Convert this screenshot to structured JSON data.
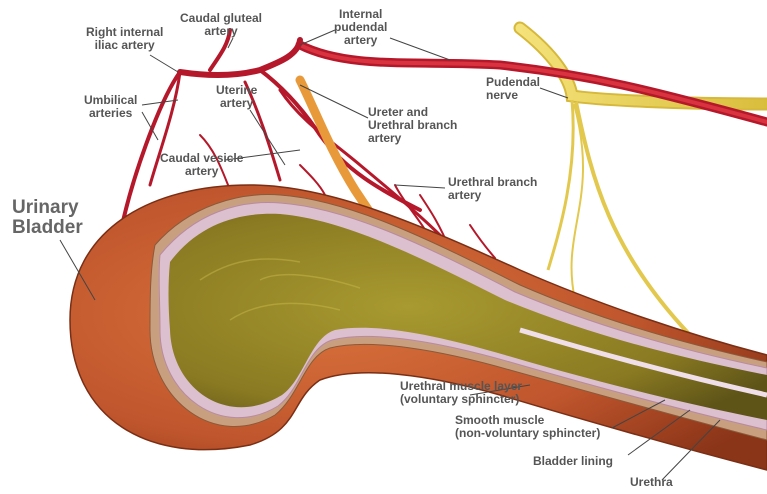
{
  "title": "Urinary Bladder",
  "colors": {
    "label_text": "#555555",
    "leader_line": "#444444",
    "artery": "#b5182a",
    "nerve": "#e8d060",
    "ureter": "#e89a3a",
    "muscle_outer": "#c0562d",
    "lining": "#d8b8c8",
    "lumen": "#9a8a28"
  },
  "labels": {
    "right_internal_iliac_artery": [
      "Right internal",
      "iliac artery"
    ],
    "caudal_gluteal_artery": [
      "Caudal gluteal",
      "artery"
    ],
    "internal_pudendal_artery": [
      "Internal",
      "pudendal",
      "artery"
    ],
    "pudendal_nerve": [
      "Pudendal",
      "nerve"
    ],
    "umbilical_arteries": [
      "Umbilical",
      "arteries"
    ],
    "uterine_artery": [
      "Uterine",
      "artery"
    ],
    "ureter_and_urethral_branch_artery": [
      "Ureter and",
      "Urethral branch",
      "artery"
    ],
    "caudal_vesicle_artery": [
      "Caudal vesicle",
      "artery"
    ],
    "urethral_branch_artery": [
      "Urethral branch",
      "artery"
    ],
    "urinary_bladder": [
      "Urinary",
      "Bladder"
    ],
    "urethral_muscle_layer": [
      "Urethral muscle layer",
      "(voluntary sphincter)"
    ],
    "smooth_muscle": [
      "Smooth muscle",
      "(non-voluntary sphincter)"
    ],
    "bladder_lining": [
      "Bladder lining"
    ],
    "urethra": [
      "Urethra"
    ]
  }
}
